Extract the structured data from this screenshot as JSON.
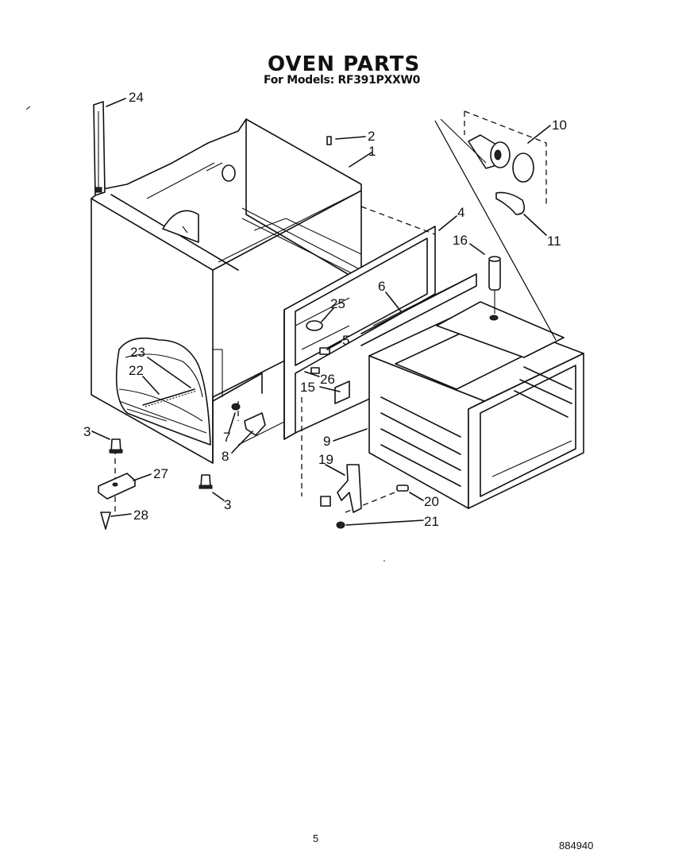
{
  "title": "OVEN PARTS",
  "subtitle": "For Models: RF391PXXW0",
  "page_number": "5",
  "doc_number": "884940",
  "callouts": [
    "24",
    "2",
    "1",
    "10",
    "4",
    "16",
    "11",
    "6",
    "25",
    "5",
    "23",
    "22",
    "26",
    "15",
    "3",
    "7",
    "8",
    "9",
    "19",
    "27",
    "3",
    "20",
    "21",
    "28"
  ]
}
